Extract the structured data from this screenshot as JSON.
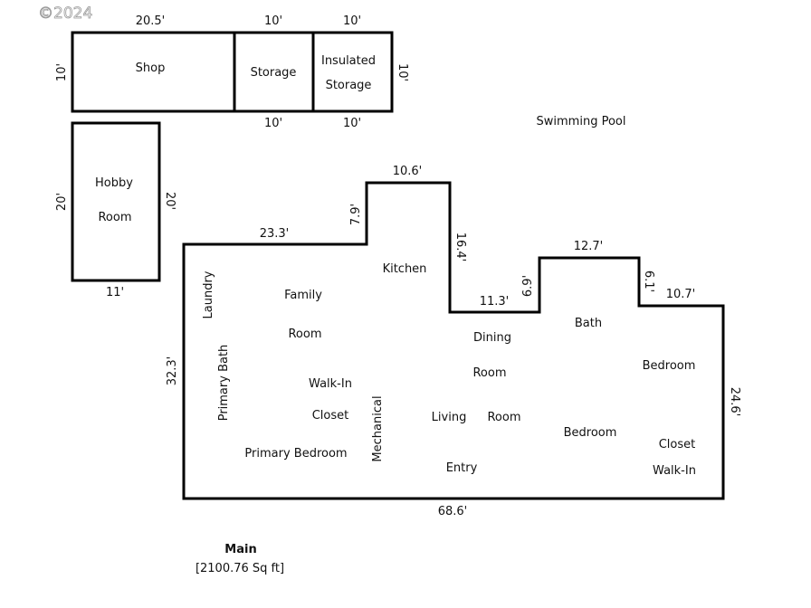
{
  "copyright": "©2024",
  "outbuilding": {
    "rooms": {
      "shop": "Shop",
      "storage": "Storage",
      "insulated_1": "Insulated",
      "insulated_2": "Storage"
    },
    "dims": {
      "top_shop": "20.5'",
      "top_storage": "10'",
      "top_insulated": "10'",
      "left": "10'",
      "right": "10'",
      "bottom_storage": "10'",
      "bottom_insulated": "10'"
    }
  },
  "hobby": {
    "rooms": {
      "line1": "Hobby",
      "line2": "Room"
    },
    "dims": {
      "left": "20'",
      "right": "20'",
      "bottom": "11'"
    }
  },
  "pool_label": "Swimming Pool",
  "main": {
    "dims": {
      "d1": "23.3'",
      "d2": "7.9'",
      "d3": "10.6'",
      "d4": "16.4'",
      "d5": "11.3'",
      "d6": "6.9'",
      "d7": "12.7'",
      "d8": "6.1'",
      "d9": "10.7'",
      "d10": "24.6'",
      "d11": "68.6'",
      "d12": "32.3'"
    },
    "rooms": {
      "kitchen": "Kitchen",
      "laundry": "Laundry",
      "family_1": "Family",
      "family_2": "Room",
      "dining_1": "Dining",
      "dining_2": "Room",
      "bath": "Bath",
      "bedroom_e": "Bedroom",
      "primary_bath": "Primary Bath",
      "walkin_1": "Walk-In",
      "walkin_2": "Closet",
      "mechanical": "Mechanical",
      "living_1": "Living",
      "living_2": "Room",
      "bedroom_s": "Bedroom",
      "closet": "Closet",
      "walkin_e": "Walk-In",
      "primary_bedroom": "Primary Bedroom",
      "entry": "Entry"
    }
  },
  "caption": {
    "title": "Main",
    "area": "[2100.76 Sq ft]"
  }
}
